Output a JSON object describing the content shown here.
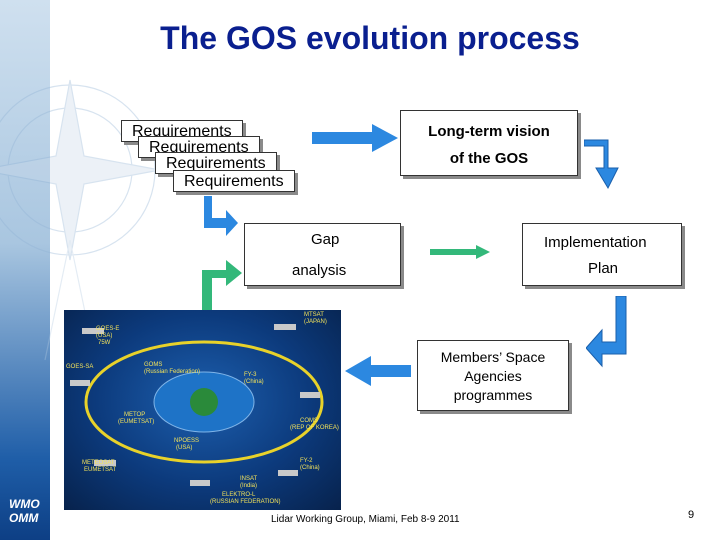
{
  "slide": {
    "title": "The GOS evolution process",
    "requirements": [
      "Requirements",
      "Requirements",
      "Requirements",
      "Requirements"
    ],
    "long_term": [
      "Long-term vision",
      "of the GOS"
    ],
    "gap": [
      "Gap",
      "analysis"
    ],
    "implementation": [
      "Implementation",
      "Plan"
    ],
    "members": [
      "Members’ Space",
      "Agencies",
      "programmes"
    ],
    "footer": "Lidar Working Group, Miami, Feb 8-9 2011",
    "page_number": "9",
    "logo": [
      "WMO",
      "OMM"
    ]
  },
  "orbit_labels": [
    "GOES-E",
    "(USA)",
    "75W",
    "GOES-SA",
    "GOMS",
    "(Russian Federation)",
    "METEOSAT",
    "EUMETSAT",
    "MTSAT",
    "(JAPAN)",
    "FY-2",
    "(China)",
    "INSAT",
    "(India)",
    "ELEKTRO-L",
    "(RUSSIAN FEDERATION)",
    "COMS",
    "(REP OF KOREA)",
    "NPOESS",
    "(USA)",
    "METOP",
    "(EUMETSAT)",
    "FY-3",
    "(China)"
  ],
  "colors": {
    "title": "#0a1f8f",
    "arrow_blue": "#2c88e0",
    "arrow_green": "#33b87a"
  }
}
